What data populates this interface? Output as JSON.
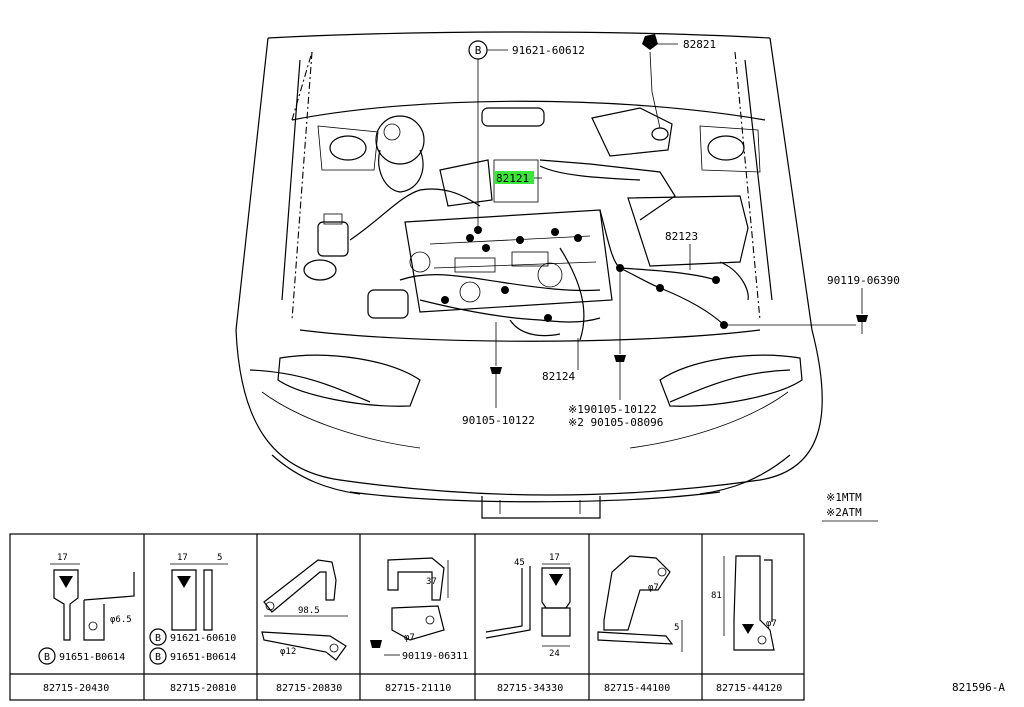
{
  "callouts": {
    "bolt_b_top": "91621-60612",
    "grommet": "82821",
    "highlight_part": "82121",
    "wire_82123": "82123",
    "bolt_right": "90119-06390",
    "wire_82124": "82124",
    "bolt_bottom_left": "90105-10122",
    "note_1": "※190105-10122",
    "note_2": "※2 90105-08096"
  },
  "circle_letter": "B",
  "legend": {
    "mtm": "※1MTM",
    "atm": "※2ATM"
  },
  "table": {
    "cells": [
      {
        "part": "82715-20430",
        "dims": [
          "17",
          "φ6.5"
        ],
        "callouts": [
          "91651-B0614"
        ]
      },
      {
        "part": "82715-20810",
        "dims": [
          "17",
          "5"
        ],
        "callouts": [
          "91621-60610",
          "91651-B0614"
        ]
      },
      {
        "part": "82715-20830",
        "dims": [
          "98.5",
          "φ12"
        ],
        "callouts": []
      },
      {
        "part": "82715-21110",
        "dims": [
          "37",
          "φ7"
        ],
        "callouts": [
          "90119-06311"
        ]
      },
      {
        "part": "82715-34330",
        "dims": [
          "45",
          "17",
          "24"
        ],
        "callouts": []
      },
      {
        "part": "82715-44100",
        "dims": [
          "φ7",
          "5"
        ],
        "callouts": []
      },
      {
        "part": "82715-44120",
        "dims": [
          "81",
          "φ7"
        ],
        "callouts": []
      }
    ]
  },
  "illustration_number": "821596-A"
}
